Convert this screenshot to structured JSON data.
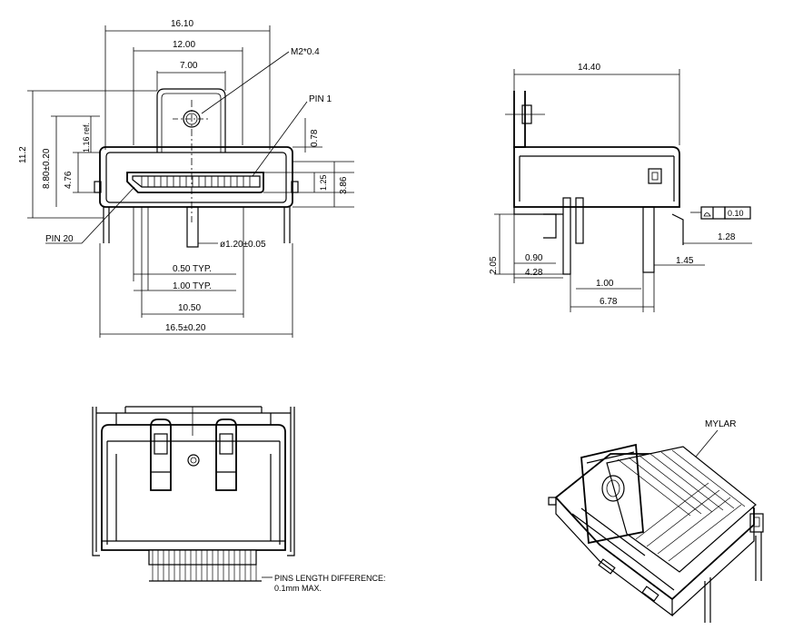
{
  "front_view": {
    "dim_overall_width": "16.10",
    "dim_12": "12.00",
    "dim_7": "7.00",
    "label_m2": "M2*0.4",
    "label_pin1": "PIN 1",
    "label_pin20": "PIN 20",
    "dim_11_2": "11.2",
    "dim_8_80": "8.80±0.20",
    "dim_4_76": "4.76",
    "dim_1_16": "1.16 ref.",
    "dim_0_78": "0.78",
    "dim_1_25": "1.25",
    "dim_3_86": "3.86",
    "dim_hole": "ø1.20±0.05",
    "dim_pitch": "0.50 TYP.",
    "dim_pitch2": "1.00 TYP.",
    "dim_10_50": "10.50",
    "dim_16_5": "16.5±0.20"
  },
  "side_view": {
    "dim_14_40": "14.40",
    "flatness": "0.10",
    "dim_1_28": "1.28",
    "dim_2_05": "2.05",
    "dim_0_90": "0.90",
    "dim_4_28": "4.28",
    "dim_1_45": "1.45",
    "dim_1_00": "1.00",
    "dim_6_78": "6.78"
  },
  "rear_view": {
    "note_line1": "PINS LENGTH DIFFERENCE:",
    "note_line2": "0.1mm MAX."
  },
  "iso_view": {
    "label_mylar": "MYLAR"
  }
}
